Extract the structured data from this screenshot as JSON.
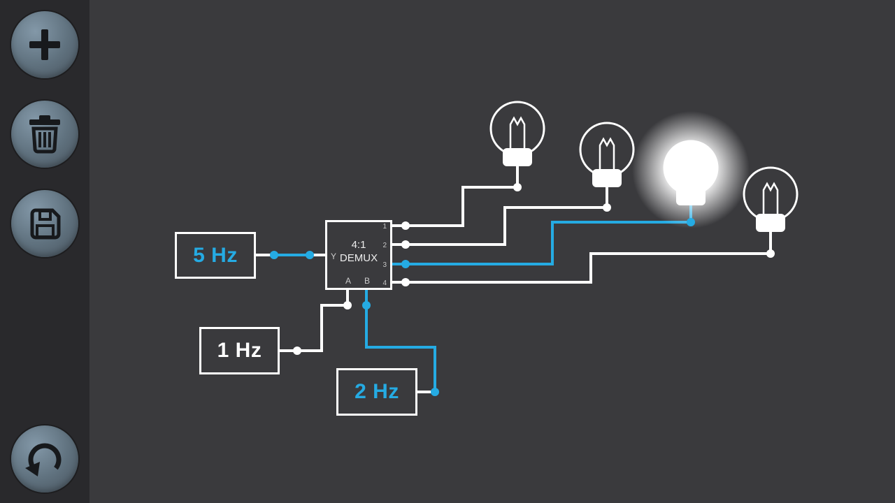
{
  "app": {
    "type": "logic-circuit-simulator",
    "canvas_color": "#3a3a3d",
    "sidebar_color": "#29292c",
    "accent_color": "#25abe3",
    "wire_color": "#ffffff"
  },
  "toolbar": {
    "buttons": [
      {
        "name": "add",
        "icon": "plus-icon"
      },
      {
        "name": "delete",
        "icon": "trash-icon"
      },
      {
        "name": "save",
        "icon": "floppy-disk-icon"
      },
      {
        "name": "undo",
        "icon": "undo-arrow-icon"
      }
    ]
  },
  "sources": [
    {
      "label": "5 Hz",
      "state": "high",
      "connected_pin": "Y"
    },
    {
      "label": "1 Hz",
      "state": "low",
      "connected_pin": "A"
    },
    {
      "label": "2 Hz",
      "state": "high",
      "connected_pin": "B"
    }
  ],
  "demux": {
    "title_line1": "4:1",
    "title_line2": "DEMUX",
    "input_label": "Y",
    "select_a_label": "A",
    "select_b_label": "B",
    "output_labels": [
      "1",
      "2",
      "3",
      "4"
    ]
  },
  "bulbs": [
    {
      "index": 1,
      "state": "off"
    },
    {
      "index": 2,
      "state": "off"
    },
    {
      "index": 3,
      "state": "on"
    },
    {
      "index": 4,
      "state": "off"
    }
  ]
}
